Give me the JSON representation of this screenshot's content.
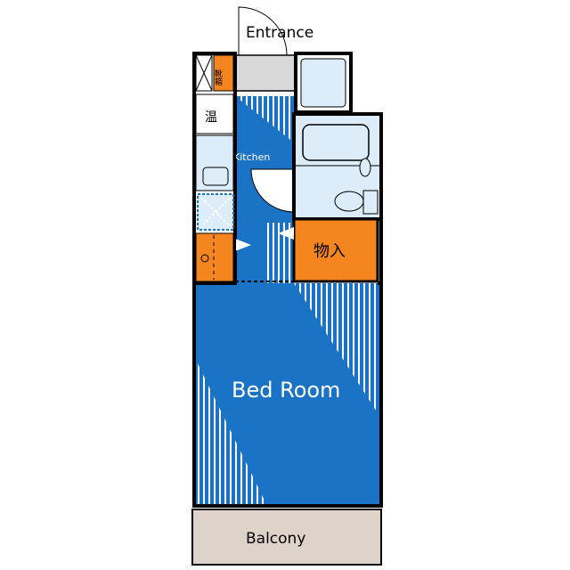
{
  "labels": {
    "entrance": "Entrance",
    "kitchen": "Kitchen",
    "bedroom": "Bed Room",
    "balcony": "Balcony",
    "storage": "物入",
    "water_heater": "温",
    "shoe_box": "靴箱"
  },
  "colors": {
    "floor_blue": "#1a73c4",
    "stripe": "#ffffff",
    "wet_area": "#dcecf8",
    "storage_orange": "#f5861f",
    "balcony": "#ddd3c8",
    "entrance_floor": "#d9d9d9",
    "wall": "#000000"
  }
}
